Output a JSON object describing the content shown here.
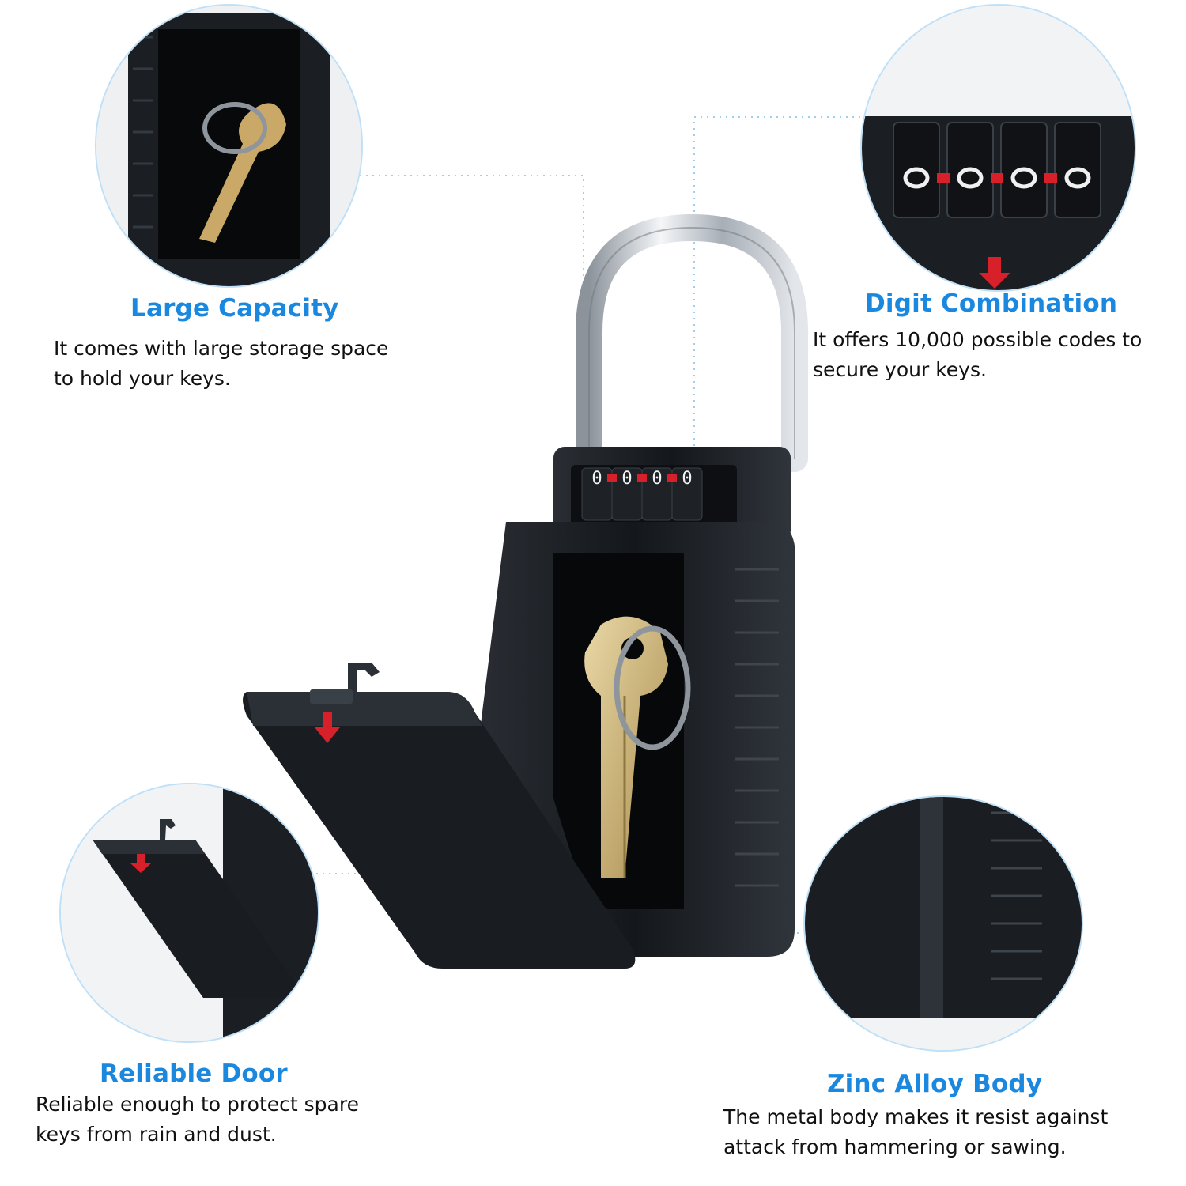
{
  "features": [
    {
      "title": "Large Capacity",
      "description_lines": [
        "It comes with large storage space",
        "to hold your keys."
      ],
      "icon": "key-storage-closeup"
    },
    {
      "title": "Digit Combination",
      "description_lines": [
        "It offers 10,000 possible codes to",
        "secure your keys."
      ],
      "icon": "combination-dials-closeup"
    },
    {
      "title": "Reliable Door",
      "description_lines": [
        "Reliable enough to protect spare",
        "keys from rain and dust."
      ],
      "icon": "door-latch-closeup"
    },
    {
      "title": "Zinc Alloy Body",
      "description_lines": [
        "The metal body makes it resist against",
        "attack from hammering or sawing."
      ],
      "icon": "metal-body-closeup"
    }
  ],
  "product": {
    "dial_digits": [
      "0",
      "0",
      "0",
      "0"
    ],
    "colors": {
      "accent": "#1b88e0",
      "body": "#1c1f24",
      "shackle": "#c8ccd2",
      "indicator": "#d8202a",
      "circle_border": "#bfe0f7",
      "key": "#c9ad6a"
    }
  }
}
